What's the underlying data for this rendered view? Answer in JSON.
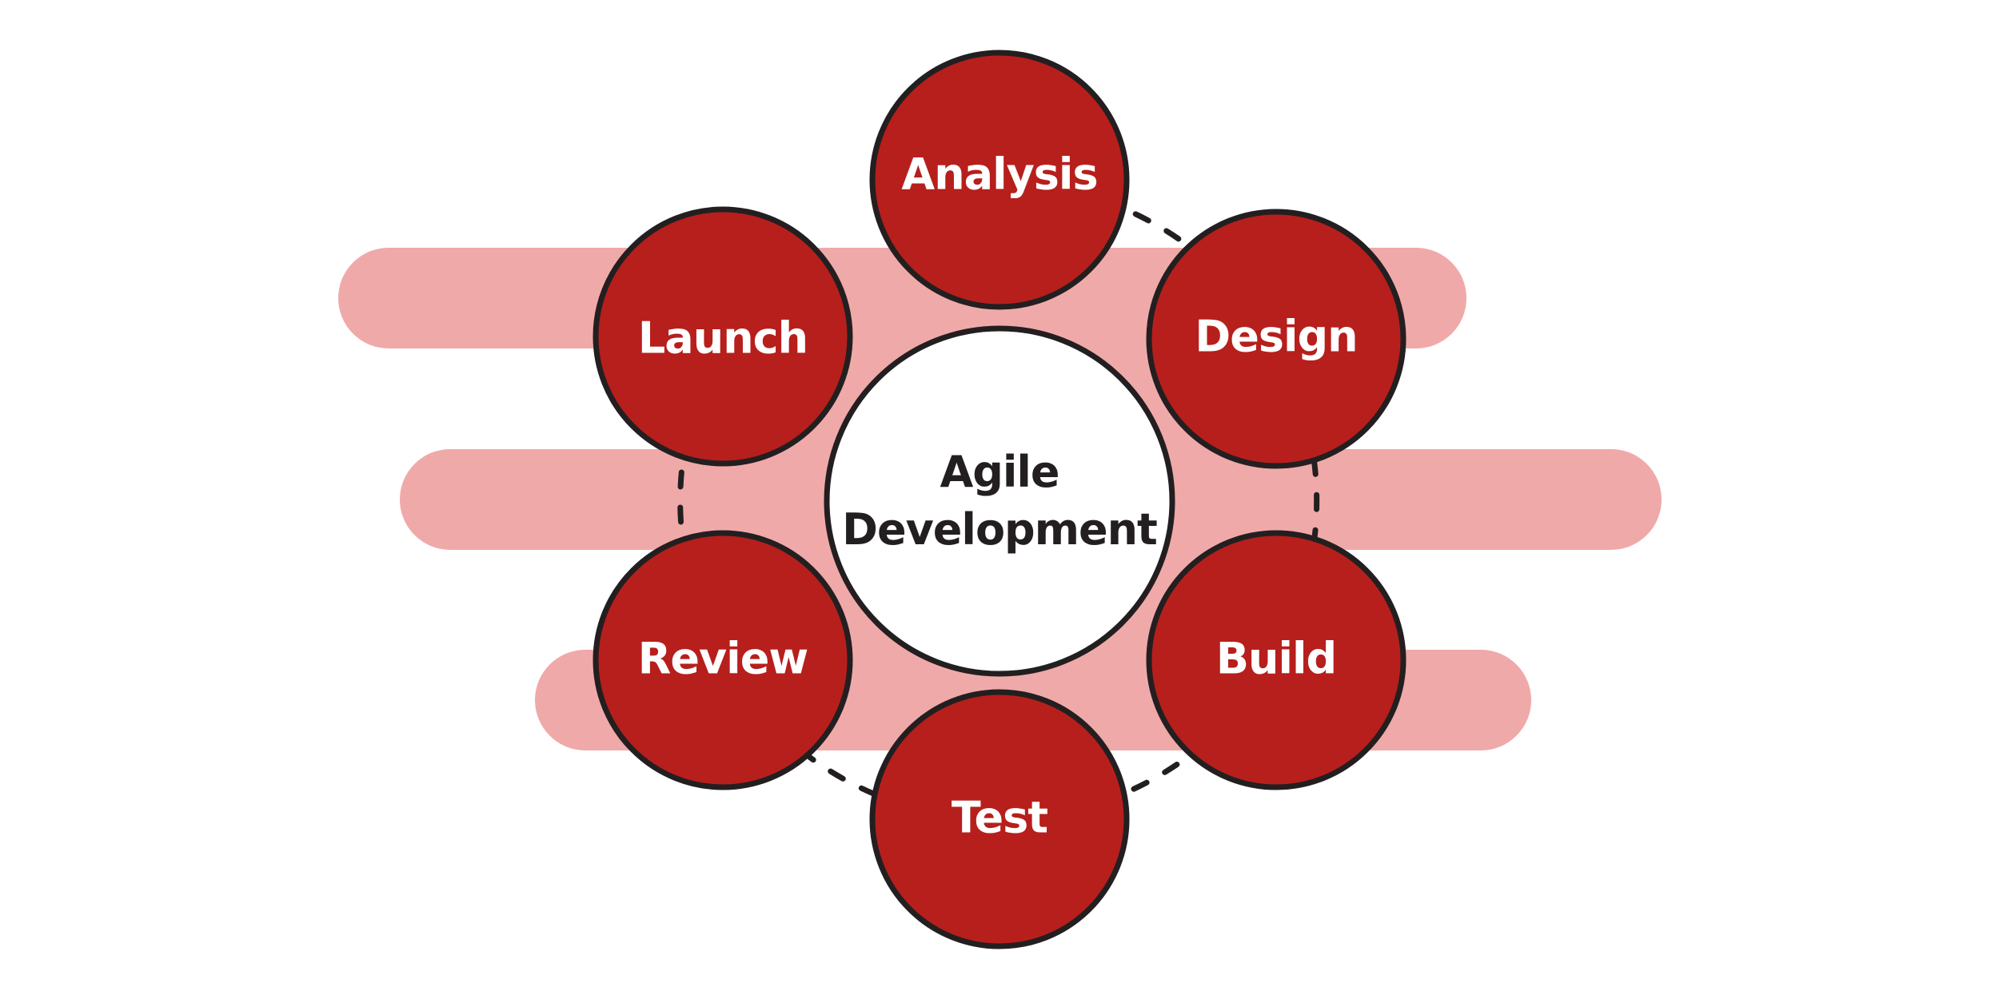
{
  "diagram": {
    "title": "Agile Development",
    "center": {
      "line1": "Agile",
      "line2": "Development"
    },
    "phases": [
      {
        "label": "Analysis",
        "position": "top"
      },
      {
        "label": "Design",
        "position": "upper-right"
      },
      {
        "label": "Build",
        "position": "lower-right"
      },
      {
        "label": "Test",
        "position": "bottom"
      },
      {
        "label": "Review",
        "position": "lower-left"
      },
      {
        "label": "Launch",
        "position": "upper-left"
      }
    ],
    "colors": {
      "phase_fill": "#B71F1C",
      "band_fill": "#F0A9A9",
      "stroke": "#231F20",
      "center_fill": "#FFFFFF",
      "phase_text": "#FFFFFF",
      "center_text": "#231F20"
    }
  }
}
